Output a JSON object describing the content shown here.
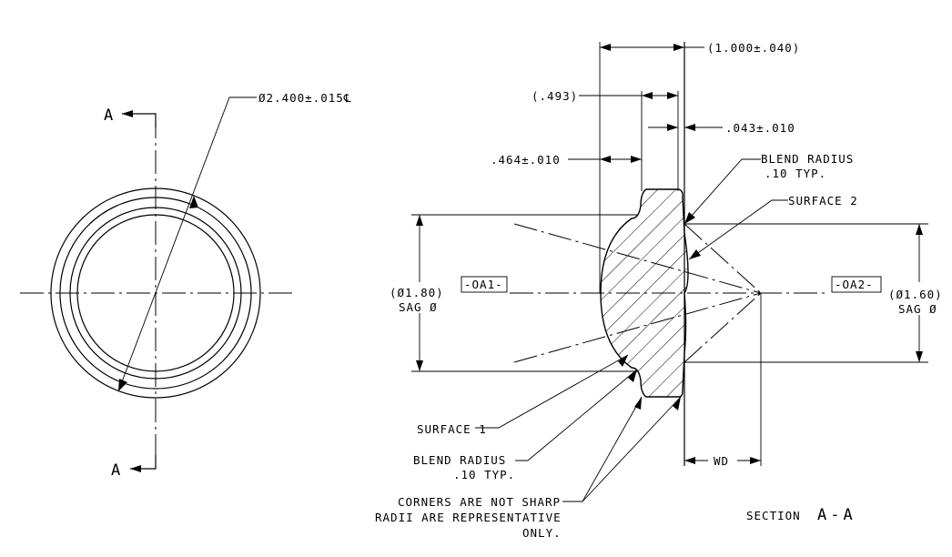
{
  "front_view": {
    "diameter_callout": "Ø2.400±.015℄",
    "section_marker_top": "A",
    "section_marker_bottom": "A"
  },
  "section_view": {
    "dim_overall_length": "(1.000±.040)",
    "dim_493": "(.493)",
    "dim_043": ".043±.010",
    "dim_464": ".464±.010",
    "blend_radius_top_line1": "BLEND RADIUS",
    "blend_radius_top_line2": ".10 TYP.",
    "surface_2": "SURFACE 2",
    "datum_oa1": "-OA1-",
    "datum_oa2": "-OA2-",
    "sag_left_line1": "(Ø1.80)",
    "sag_left_line2": "SAG Ø",
    "sag_right_line1": "(Ø1.60)",
    "sag_right_line2": "SAG Ø",
    "surface_1": "SURFACE 1",
    "blend_radius_bottom_line1": "BLEND  RADIUS",
    "blend_radius_bottom_line2": ".10 TYP.",
    "wd": "WD",
    "corners_note_line1": "CORNERS ARE NOT SHARP",
    "corners_note_line2": "RADII ARE REPRESENTATIVE",
    "corners_note_line3": "ONLY.",
    "section_title_word": "SECTION",
    "section_title_letters": "A-A"
  }
}
